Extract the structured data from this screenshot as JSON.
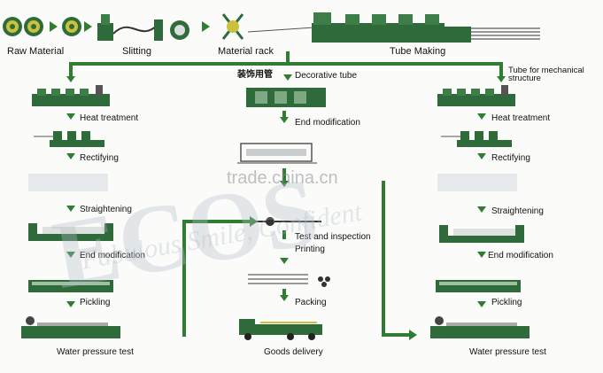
{
  "stages_top": {
    "raw_material": "Raw Material",
    "slitting": "Slitting",
    "material_rack": "Material rack",
    "tube_making": "Tube Making"
  },
  "center": {
    "chinese_label": "装饰用管",
    "decorative_tube": "Decorative tube",
    "end_modification": "End modification",
    "test_inspection": "Test and inspection",
    "printing": "Printing",
    "packing": "Packing",
    "goods_delivery": "Goods delivery"
  },
  "left": {
    "heat_treatment": "Heat treatment",
    "rectifying": "Rectifying",
    "straightening": "Straightening",
    "end_modification": "End modification",
    "pickling": "Pickling",
    "water_pressure_test": "Water pressure test"
  },
  "right": {
    "tube_mechanical": "Tube for mechanical",
    "structure": "structure",
    "heat_treatment": "Heat treatment",
    "rectifying": "Rectifying",
    "straightening": "Straightening",
    "end_modification": "End modification",
    "pickling": "Pickling",
    "water_pressure_test": "Water pressure test"
  },
  "watermark": {
    "site": "trade.china.cn",
    "brand": "ECOS",
    "tagline": "Fabulous Smile, Confident"
  },
  "colors": {
    "machine_green": "#2f6b3a",
    "arrow_green": "#2e7d32",
    "coil_yellow": "#c9c23a"
  }
}
